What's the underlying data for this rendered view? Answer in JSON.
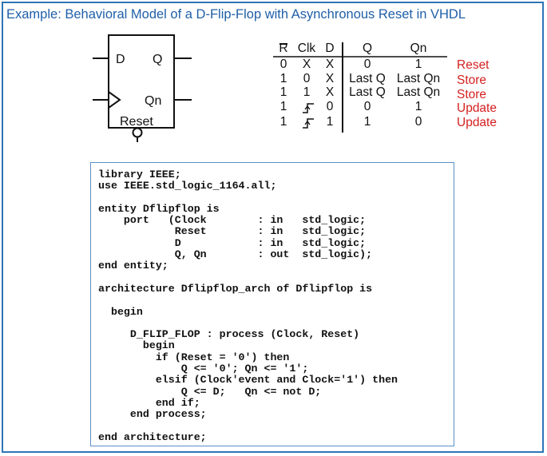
{
  "title": "Example: Behavioral Model of a D-Flip-Flop with Asynchronous Reset in VHDL",
  "symbol": {
    "d_label": "D",
    "q_label": "Q",
    "qn_label": "Qn",
    "reset_label": "Reset"
  },
  "truth_table": {
    "headers": [
      "R",
      "Clk",
      "D",
      "Q",
      "Qn"
    ],
    "rows": [
      {
        "r": "0",
        "clk": "X",
        "d": "X",
        "q": "0",
        "qn": "1",
        "label": "Reset"
      },
      {
        "r": "1",
        "clk": "0",
        "d": "X",
        "q": "Last Q",
        "qn": "Last Qn",
        "label": "Store"
      },
      {
        "r": "1",
        "clk": "1",
        "d": "X",
        "q": "Last Q",
        "qn": "Last Qn",
        "label": "Store"
      },
      {
        "r": "1",
        "clk": "rising-edge",
        "d": "0",
        "q": "0",
        "qn": "1",
        "label": "Update"
      },
      {
        "r": "1",
        "clk": "rising-edge",
        "d": "1",
        "q": "1",
        "qn": "0",
        "label": "Update"
      }
    ],
    "label_color": "#d42020"
  },
  "code": {
    "lines": [
      "library IEEE;",
      "use IEEE.std_logic_1164.all;",
      "",
      "entity Dflipflop is",
      "    port   (Clock        : in   std_logic;",
      "            Reset        : in   std_logic;",
      "            D            : in   std_logic;",
      "            Q, Qn        : out  std_logic);",
      "end entity;",
      "",
      "architecture Dflipflop_arch of Dflipflop is",
      "",
      "  begin",
      "",
      "     D_FLIP_FLOP : process (Clock, Reset)",
      "       begin",
      "         if (Reset = '0') then",
      "             Q <= '0'; Qn <= '1';",
      "         elsif (Clock'event and Clock='1') then",
      "             Q <= D;   Qn <= not D;",
      "         end if;",
      "     end process;",
      "",
      "end architecture;"
    ]
  },
  "colors": {
    "frame": "#2e75b6",
    "title": "#1f5fa8",
    "code_border": "#5b8fc7"
  }
}
